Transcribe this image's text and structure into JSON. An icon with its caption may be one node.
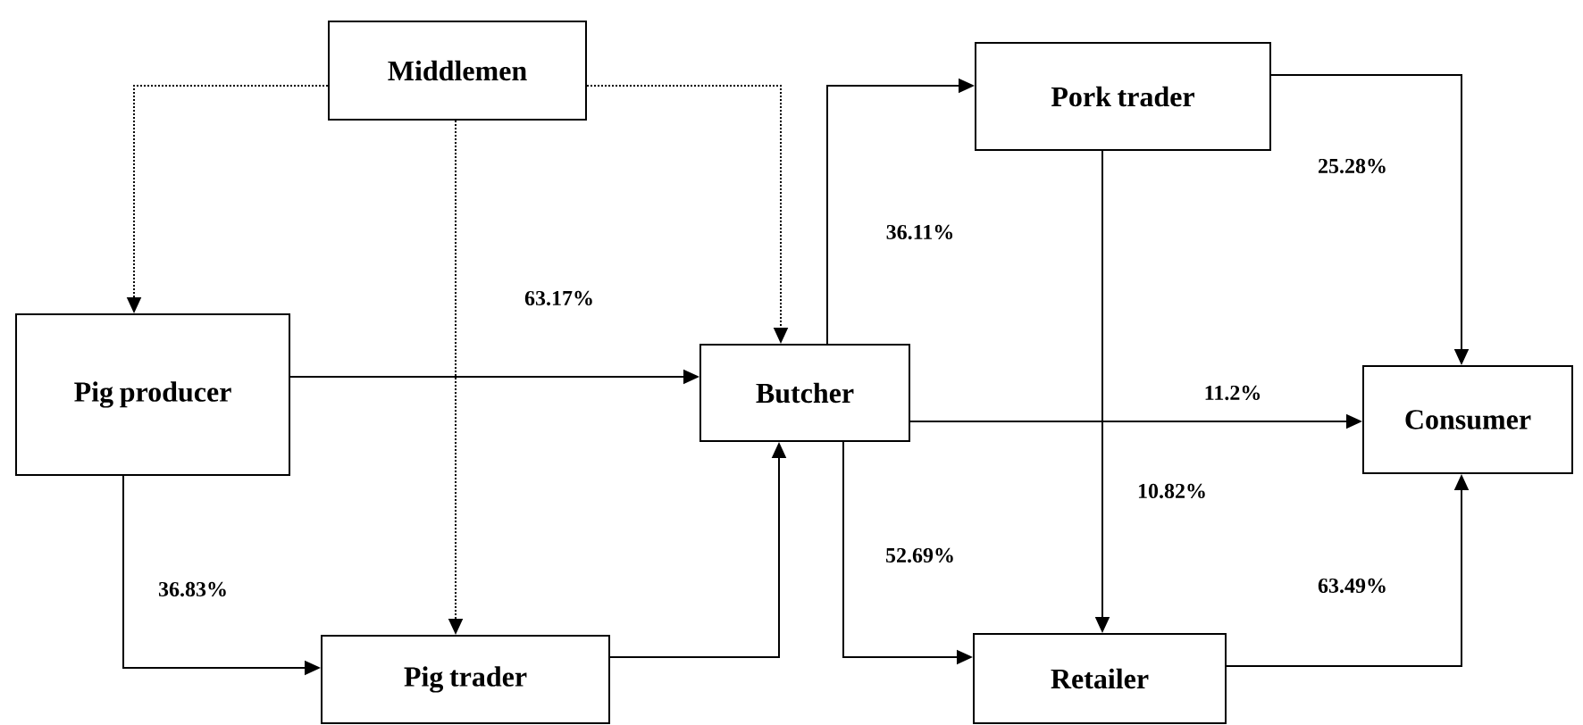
{
  "diagram": {
    "nodes": [
      {
        "text": [
          "Middlemen"
        ]
      },
      {
        "text": [
          "Pig producer"
        ]
      },
      {
        "text": [
          "Butcher"
        ]
      },
      {
        "text": [
          "Pork trader"
        ]
      },
      {
        "text": [
          "Consumer"
        ]
      },
      {
        "text": [
          "Pig trader"
        ]
      },
      {
        "text": [
          "Retailer"
        ]
      }
    ],
    "edges": [
      {
        "from": 0,
        "to": 1,
        "arrow": "to",
        "style": "dashed"
      },
      {
        "from": 0,
        "to": 5,
        "arrow": "to",
        "style": "dashed"
      },
      {
        "from": 0,
        "to": 2,
        "arrow": "to",
        "style": "dashed"
      },
      {
        "from": 1,
        "to": 2,
        "arrow": "to",
        "label": "63.17%"
      },
      {
        "from": 1,
        "to": 5,
        "arrow": "to",
        "label": "36.83%"
      },
      {
        "from": 5,
        "to": 2,
        "arrow": "to"
      },
      {
        "from": 2,
        "to": 3,
        "arrow": "to",
        "label": "36.11%"
      },
      {
        "from": 2,
        "to": 4,
        "arrow": "to",
        "label": "11.2%"
      },
      {
        "from": 2,
        "to": 6,
        "arrow": "to",
        "label": "52.69%"
      },
      {
        "from": 3,
        "to": 4,
        "arrow": "to",
        "label": "25.28%"
      },
      {
        "from": 3,
        "to": 6,
        "arrow": "to",
        "label": "10.82%"
      },
      {
        "from": 6,
        "to": 4,
        "arrow": "to",
        "label": "63.49%"
      }
    ]
  }
}
